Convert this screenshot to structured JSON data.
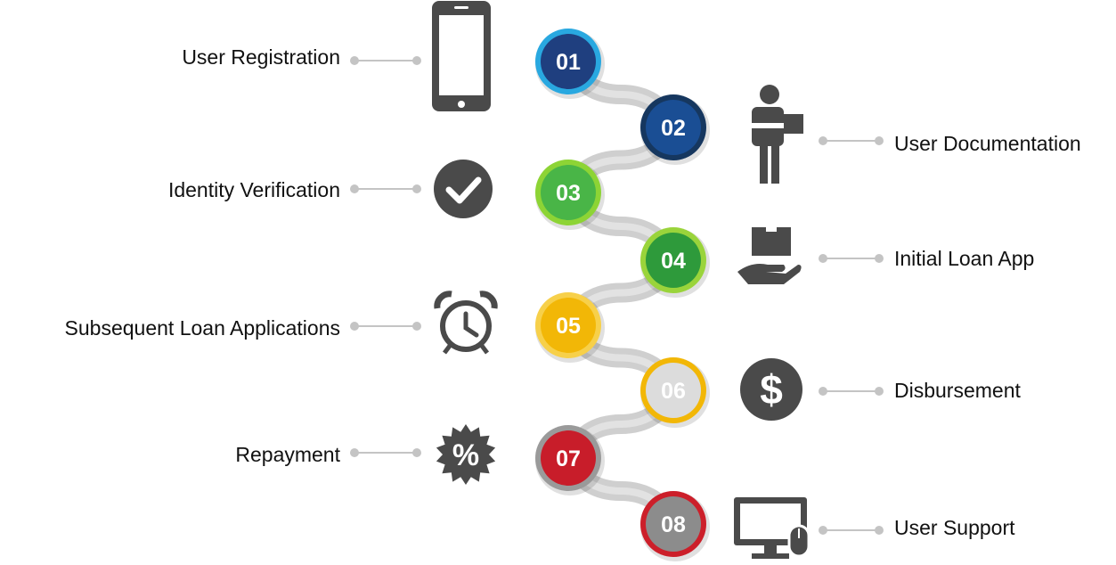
{
  "steps": [
    {
      "number": "01",
      "label": "User Registration",
      "icon": "smartphone-icon",
      "side": "left",
      "color": "#1f3f7f",
      "ring": "#29a8e0",
      "text_color": "#ffffff"
    },
    {
      "number": "02",
      "label": "User Documentation",
      "icon": "delivery-person-icon",
      "side": "right",
      "color": "#1a4e94",
      "ring": "#16375f",
      "text_color": "#ffffff"
    },
    {
      "number": "03",
      "label": "Identity Verification",
      "icon": "checkmark-circle-icon",
      "side": "left",
      "color": "#49b547",
      "ring": "#8dd435",
      "text_color": "#ffffff"
    },
    {
      "number": "04",
      "label": "Initial Loan App",
      "icon": "hand-box-icon",
      "side": "right",
      "color": "#2e9a3b",
      "ring": "#9ad43b",
      "text_color": "#ffffff"
    },
    {
      "number": "05",
      "label": "Subsequent Loan Applications",
      "icon": "alarm-clock-icon",
      "side": "left",
      "color": "#f2b707",
      "ring": "#f7d04a",
      "text_color": "#ffffff"
    },
    {
      "number": "06",
      "label": "Disbursement",
      "icon": "dollar-coin-icon",
      "side": "right",
      "color": "#dcdcdc",
      "ring": "#f2b707",
      "text_color": "#ffffff"
    },
    {
      "number": "07",
      "label": "Repayment",
      "icon": "percent-badge-icon",
      "side": "left",
      "color": "#c81d2a",
      "ring": "#9a9a9a",
      "text_color": "#ffffff"
    },
    {
      "number": "08",
      "label": "User Support",
      "icon": "computer-mouse-icon",
      "side": "right",
      "color": "#8c8c8c",
      "ring": "#cc1f2a",
      "text_color": "#ffffff"
    }
  ],
  "colors": {
    "icon": "#4a4a4a",
    "connector": "#c4c4c4",
    "path": "#cfcfcf"
  }
}
